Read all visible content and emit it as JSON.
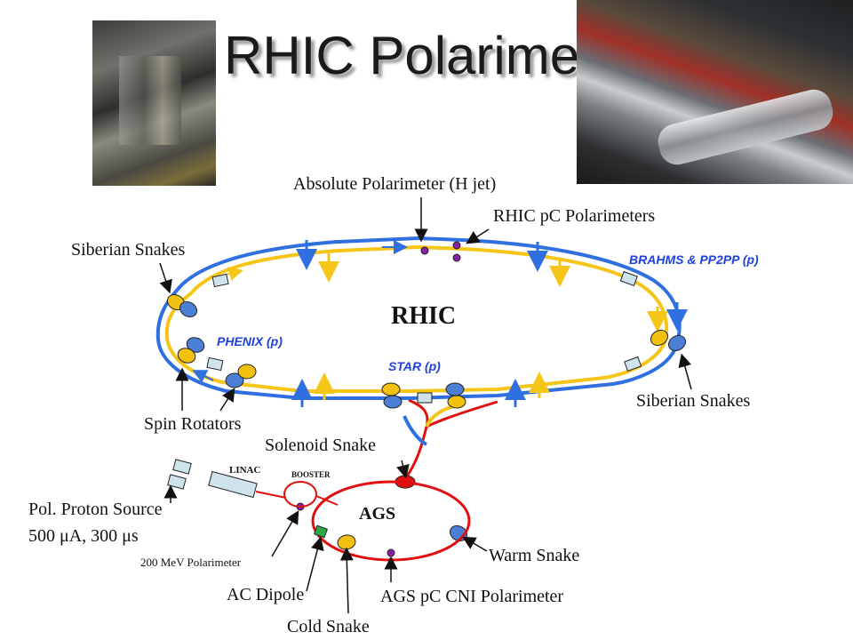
{
  "title": "RHIC Polarimeters",
  "labels": {
    "absolute_polarimeter": "Absolute Polarimeter (H jet)",
    "rhic_pc_polarimeters": "RHIC pC Polarimeters",
    "siberian_snakes_left": "Siberian Snakes",
    "siberian_snakes_right": "Siberian Snakes",
    "rhic": "RHIC",
    "spin_rotators": "Spin Rotators",
    "solenoid_snake": "Solenoid Snake",
    "linac": "LINAC",
    "booster": "BOOSTER",
    "ags": "AGS",
    "pol_proton_source_line1": "Pol. Proton Source",
    "pol_proton_source_line2": "500 μA, 300 μs",
    "polarimeter_200mev": "200 MeV Polarimeter",
    "warm_snake": "Warm Snake",
    "ac_dipole": "AC Dipole",
    "ags_pc_cni_polarimeter": "AGS pC CNI Polarimeter",
    "cold_snake": "Cold Snake"
  },
  "experiments": {
    "brahms": "BRAHMS & PP2PP (p)",
    "phenix": "PHENIX (p)",
    "star": "STAR (p)"
  },
  "colors": {
    "blue_ring": "#2f6fe0",
    "yellow_ring": "#f5c518",
    "injection_line": "#e01010",
    "snake_fill_yellow": "#f2c10f",
    "snake_fill_blue": "#4b7fd6",
    "polarimeter_dot": "#8a1fa8",
    "experiment_text": "#1e40dd"
  }
}
